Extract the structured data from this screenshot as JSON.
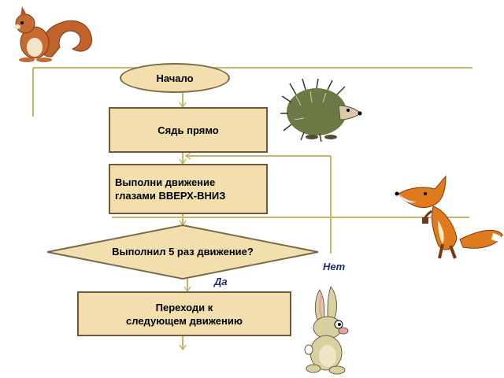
{
  "flowchart": {
    "start": "Начало",
    "step1": "Сядь прямо",
    "step2_line1": "Выполни движение",
    "step2_line2": "глазами ВВЕРХ-ВНИЗ",
    "decision": "Выполнил 5 раз движение?",
    "no_label": "Нет",
    "yes_label": "Да",
    "step3_line1": "Переходи к",
    "step3_line2": "следующем движению"
  },
  "colors": {
    "box_fill": "#f3dfae",
    "box_border": "#6e5a3a",
    "line": "#c9b46a",
    "label_text": "#1f2f6e"
  },
  "icons": [
    "squirrel-icon",
    "hedgehog-icon",
    "fox-icon",
    "rabbit-icon"
  ]
}
